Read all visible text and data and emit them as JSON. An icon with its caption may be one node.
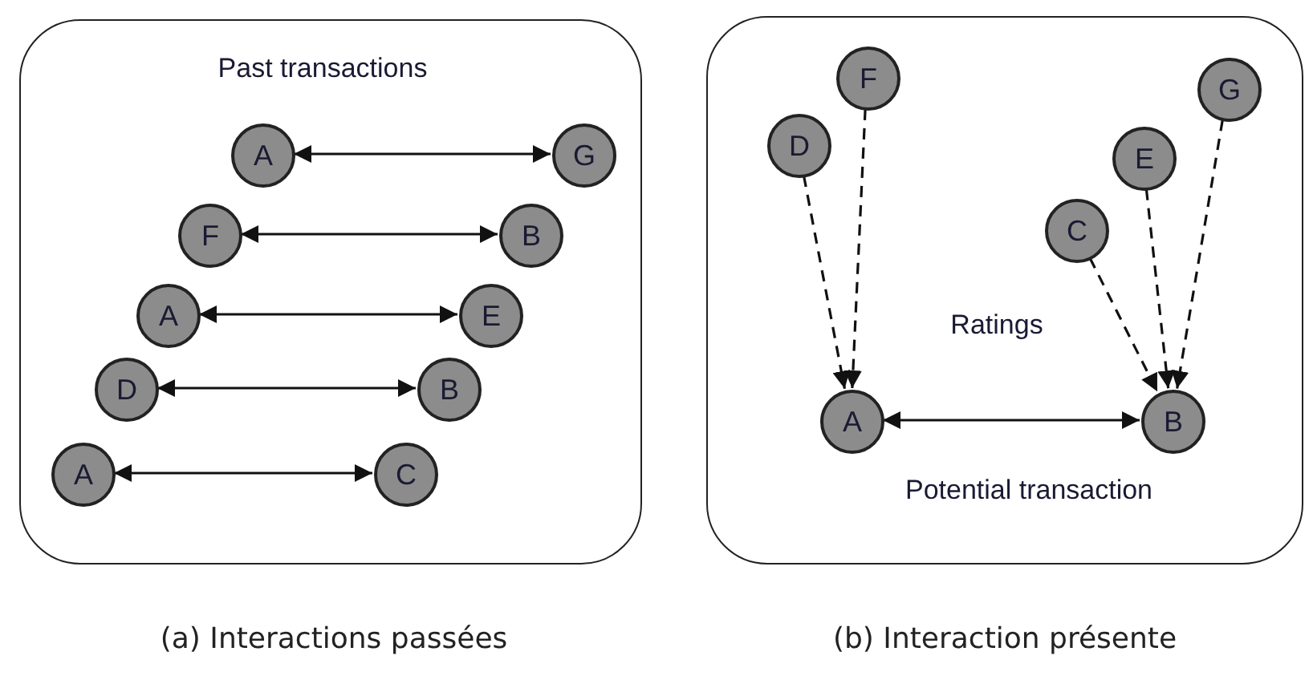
{
  "diagram": {
    "nodes": [
      {
        "text": [
          "Past transactions"
        ],
        "beside": [
          "(a) Interactions passées"
        ]
      },
      {
        "text": [
          "A"
        ],
        "in": 0
      },
      {
        "text": [
          "G"
        ],
        "in": 0
      },
      {
        "text": [
          "F"
        ],
        "in": 0
      },
      {
        "text": [
          "B"
        ],
        "in": 0
      },
      {
        "text": [
          "A"
        ],
        "in": 0
      },
      {
        "text": [
          "E"
        ],
        "in": 0
      },
      {
        "text": [
          "D"
        ],
        "in": 0
      },
      {
        "text": [
          "B"
        ],
        "in": 0
      },
      {
        "text": [
          "A"
        ],
        "in": 0
      },
      {
        "text": [
          "C"
        ],
        "in": 0
      },
      {
        "text": [
          "Ratings",
          "Potential transaction"
        ],
        "beside": [
          "(b) Interaction présente"
        ]
      },
      {
        "text": [
          "F"
        ],
        "in": 11
      },
      {
        "text": [
          "G"
        ],
        "in": 11
      },
      {
        "text": [
          "D"
        ],
        "in": 11
      },
      {
        "text": [
          "E"
        ],
        "in": 11
      },
      {
        "text": [
          "C"
        ],
        "in": 11
      },
      {
        "text": [
          "A"
        ],
        "in": 11
      },
      {
        "text": [
          "B"
        ],
        "in": 11
      }
    ],
    "edges": [
      {
        "from": 1,
        "to": 2,
        "arrow": "both"
      },
      {
        "from": 3,
        "to": 4,
        "arrow": "both"
      },
      {
        "from": 5,
        "to": 6,
        "arrow": "both"
      },
      {
        "from": 7,
        "to": 8,
        "arrow": "both"
      },
      {
        "from": 9,
        "to": 10,
        "arrow": "both"
      },
      {
        "from": 14,
        "to": 17,
        "arrow": "to",
        "style": "dashed"
      },
      {
        "from": 12,
        "to": 17,
        "arrow": "to",
        "style": "dashed"
      },
      {
        "from": 16,
        "to": 18,
        "arrow": "to",
        "style": "dashed"
      },
      {
        "from": 15,
        "to": 18,
        "arrow": "to",
        "style": "dashed"
      },
      {
        "from": 13,
        "to": 18,
        "arrow": "to",
        "style": "dashed"
      },
      {
        "from": 17,
        "to": 18,
        "arrow": "both"
      }
    ]
  }
}
